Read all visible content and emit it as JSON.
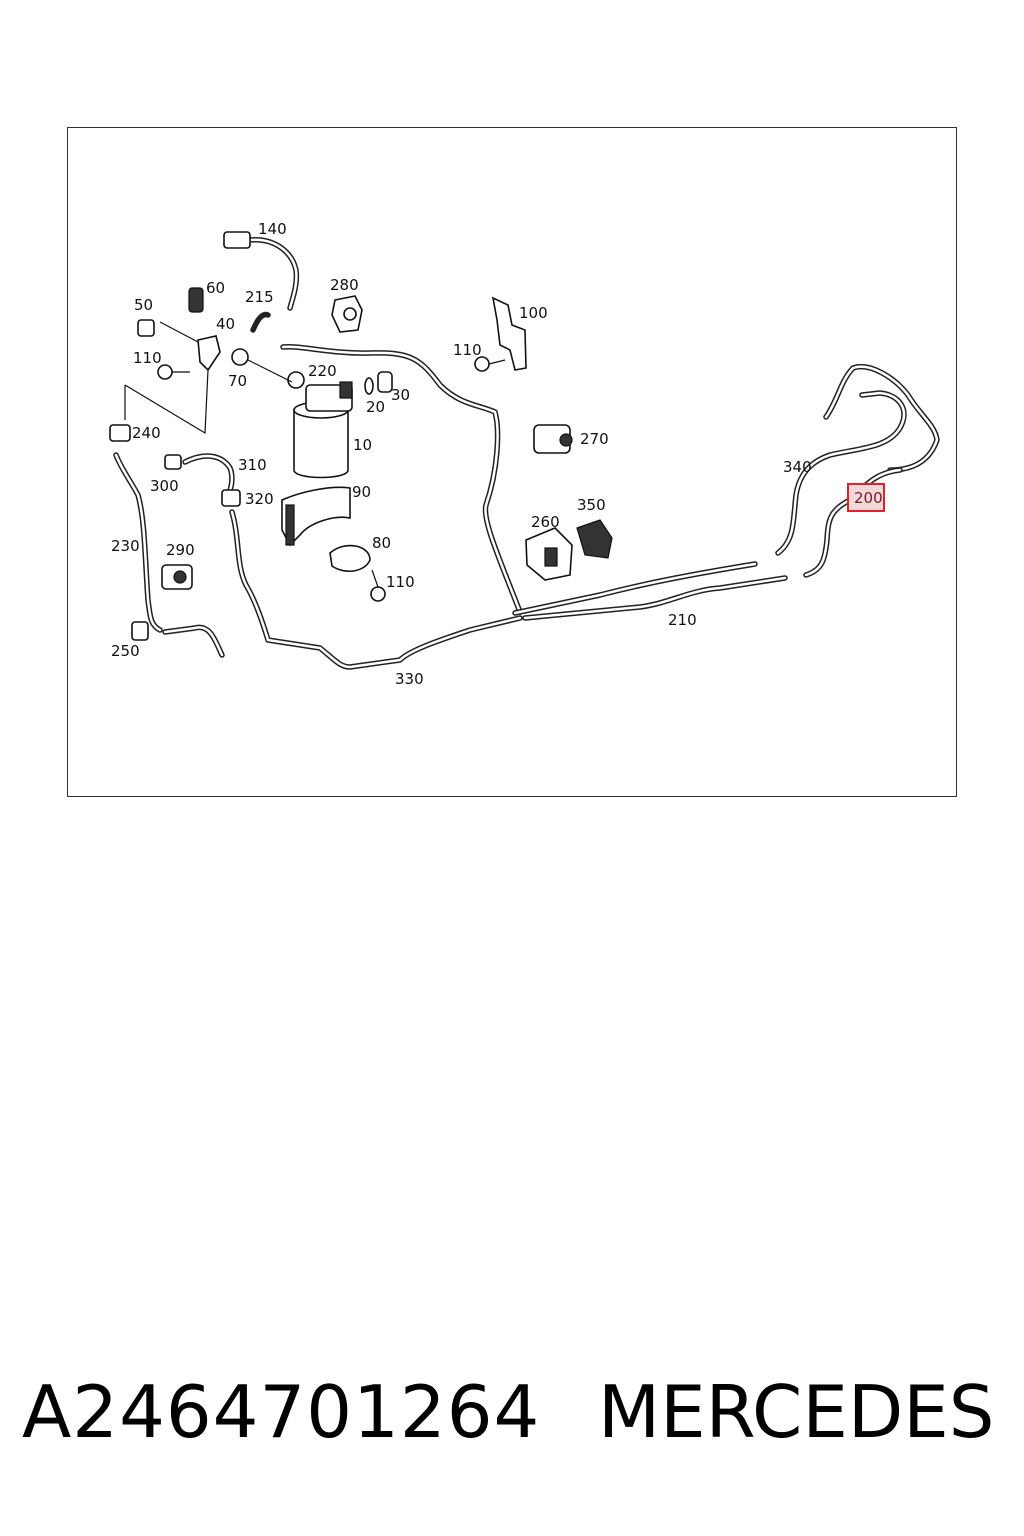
{
  "diagram": {
    "callouts": [
      "140",
      "60",
      "280",
      "50",
      "215",
      "40",
      "100",
      "110",
      "110",
      "70",
      "220",
      "30",
      "20",
      "240",
      "10",
      "270",
      "310",
      "300",
      "320",
      "90",
      "340",
      "200",
      "230",
      "290",
      "260",
      "350",
      "80",
      "110",
      "210",
      "250",
      "330"
    ],
    "highlighted_callout": "200",
    "highlight_color": "#e0202a"
  },
  "footer": {
    "part_number": "A2464701264",
    "brand": "MERCEDES"
  }
}
